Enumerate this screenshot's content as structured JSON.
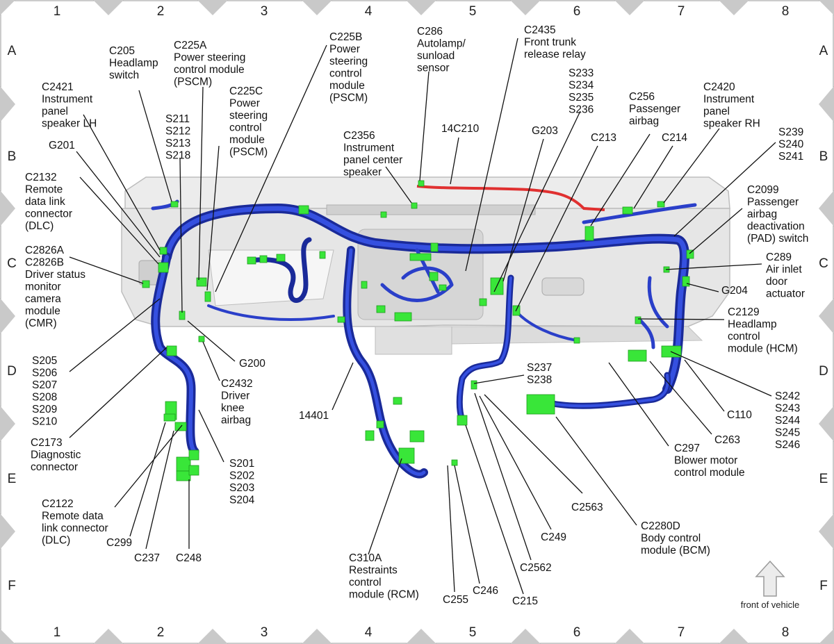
{
  "grid": {
    "columns": [
      "1",
      "2",
      "3",
      "4",
      "5",
      "6",
      "7",
      "8"
    ],
    "rows": [
      "A",
      "B",
      "C",
      "D",
      "E",
      "F"
    ]
  },
  "front_note": "front of vehicle",
  "callouts": [
    {
      "id": "c2421",
      "lines": [
        "C2421",
        "Instrument",
        "panel",
        "speaker LH"
      ]
    },
    {
      "id": "c205",
      "lines": [
        "C205",
        "Headlamp",
        "switch"
      ]
    },
    {
      "id": "c225a",
      "lines": [
        "C225A",
        "Power steering",
        "control module",
        "(PSCM)"
      ]
    },
    {
      "id": "c225b",
      "lines": [
        "C225B",
        "Power",
        "steering",
        "control",
        "module",
        "(PSCM)"
      ]
    },
    {
      "id": "c286",
      "lines": [
        "C286",
        "Autolamp/",
        "sunload",
        "sensor"
      ]
    },
    {
      "id": "c2435",
      "lines": [
        "C2435",
        "Front trunk",
        "release relay"
      ]
    },
    {
      "id": "s233",
      "lines": [
        "S233",
        "S234",
        "S235",
        "S236"
      ]
    },
    {
      "id": "c256",
      "lines": [
        "C256",
        "Passenger",
        "airbag"
      ]
    },
    {
      "id": "c2420",
      "lines": [
        "C2420",
        "Instrument",
        "panel",
        "speaker RH"
      ]
    },
    {
      "id": "s211",
      "lines": [
        "S211",
        "S212",
        "S213",
        "S218"
      ]
    },
    {
      "id": "c225c",
      "lines": [
        "C225C",
        "Power",
        "steering",
        "control",
        "module",
        "(PSCM)"
      ]
    },
    {
      "id": "c2356",
      "lines": [
        "C2356",
        "Instrument",
        "panel center",
        "speaker"
      ]
    },
    {
      "id": "c14c210",
      "lines": [
        "14C210"
      ]
    },
    {
      "id": "g203",
      "lines": [
        "G203"
      ]
    },
    {
      "id": "c213",
      "lines": [
        "C213"
      ]
    },
    {
      "id": "c214",
      "lines": [
        "C214"
      ]
    },
    {
      "id": "s239",
      "lines": [
        "S239",
        "S240",
        "S241"
      ]
    },
    {
      "id": "g201",
      "lines": [
        "G201"
      ]
    },
    {
      "id": "c2132",
      "lines": [
        "C2132",
        "Remote",
        "data link",
        "connector",
        "(DLC)"
      ]
    },
    {
      "id": "c2099",
      "lines": [
        "C2099",
        "Passenger",
        "airbag",
        "deactivation",
        "(PAD) switch"
      ]
    },
    {
      "id": "c2826",
      "lines": [
        "C2826A",
        "C2826B",
        "Driver status",
        "monitor",
        "camera",
        "module",
        "(CMR)"
      ]
    },
    {
      "id": "c289",
      "lines": [
        "C289",
        "Air inlet",
        "door",
        "actuator"
      ]
    },
    {
      "id": "g204",
      "lines": [
        "G204"
      ]
    },
    {
      "id": "c2129",
      "lines": [
        "C2129",
        "Headlamp",
        "control",
        "module (HCM)"
      ]
    },
    {
      "id": "s205",
      "lines": [
        "S205",
        "S206",
        "S207",
        "S208",
        "S209",
        "S210"
      ]
    },
    {
      "id": "g200",
      "lines": [
        "G200"
      ]
    },
    {
      "id": "c2432",
      "lines": [
        "C2432",
        "Driver",
        "knee",
        "airbag"
      ]
    },
    {
      "id": "c14401",
      "lines": [
        "14401"
      ]
    },
    {
      "id": "s237",
      "lines": [
        "S237",
        "S238"
      ]
    },
    {
      "id": "c2173",
      "lines": [
        "C2173",
        "Diagnostic",
        "connector"
      ]
    },
    {
      "id": "s242",
      "lines": [
        "S242",
        "S243",
        "S244",
        "S245",
        "S246"
      ]
    },
    {
      "id": "c110",
      "lines": [
        "C110"
      ]
    },
    {
      "id": "c263",
      "lines": [
        "C263"
      ]
    },
    {
      "id": "c297",
      "lines": [
        "C297",
        "Blower motor",
        "control module"
      ]
    },
    {
      "id": "s201",
      "lines": [
        "S201",
        "S202",
        "S203",
        "S204"
      ]
    },
    {
      "id": "c2122",
      "lines": [
        "C2122",
        "Remote data",
        "link connector",
        "(DLC)"
      ]
    },
    {
      "id": "c2563",
      "lines": [
        "C2563"
      ]
    },
    {
      "id": "c2280d",
      "lines": [
        "C2280D",
        "Body control",
        "module (BCM)"
      ]
    },
    {
      "id": "c299",
      "lines": [
        "C299"
      ]
    },
    {
      "id": "c237",
      "lines": [
        "C237"
      ]
    },
    {
      "id": "c248",
      "lines": [
        "C248"
      ]
    },
    {
      "id": "c249",
      "lines": [
        "C249"
      ]
    },
    {
      "id": "c310a",
      "lines": [
        "C310A",
        "Restraints",
        "control",
        "module (RCM)"
      ]
    },
    {
      "id": "c2562",
      "lines": [
        "C2562"
      ]
    },
    {
      "id": "c246",
      "lines": [
        "C246"
      ]
    },
    {
      "id": "c255",
      "lines": [
        "C255"
      ]
    },
    {
      "id": "c215",
      "lines": [
        "C215"
      ]
    }
  ],
  "colors": {
    "harness": "#2a3fc9",
    "harness_dark": "#1a2a99",
    "connector": "#39e639",
    "red_wire": "#e03030",
    "dash": "#e4e4e4",
    "dash_edge": "#bdbdbd",
    "marker": "#c9c9c9"
  }
}
